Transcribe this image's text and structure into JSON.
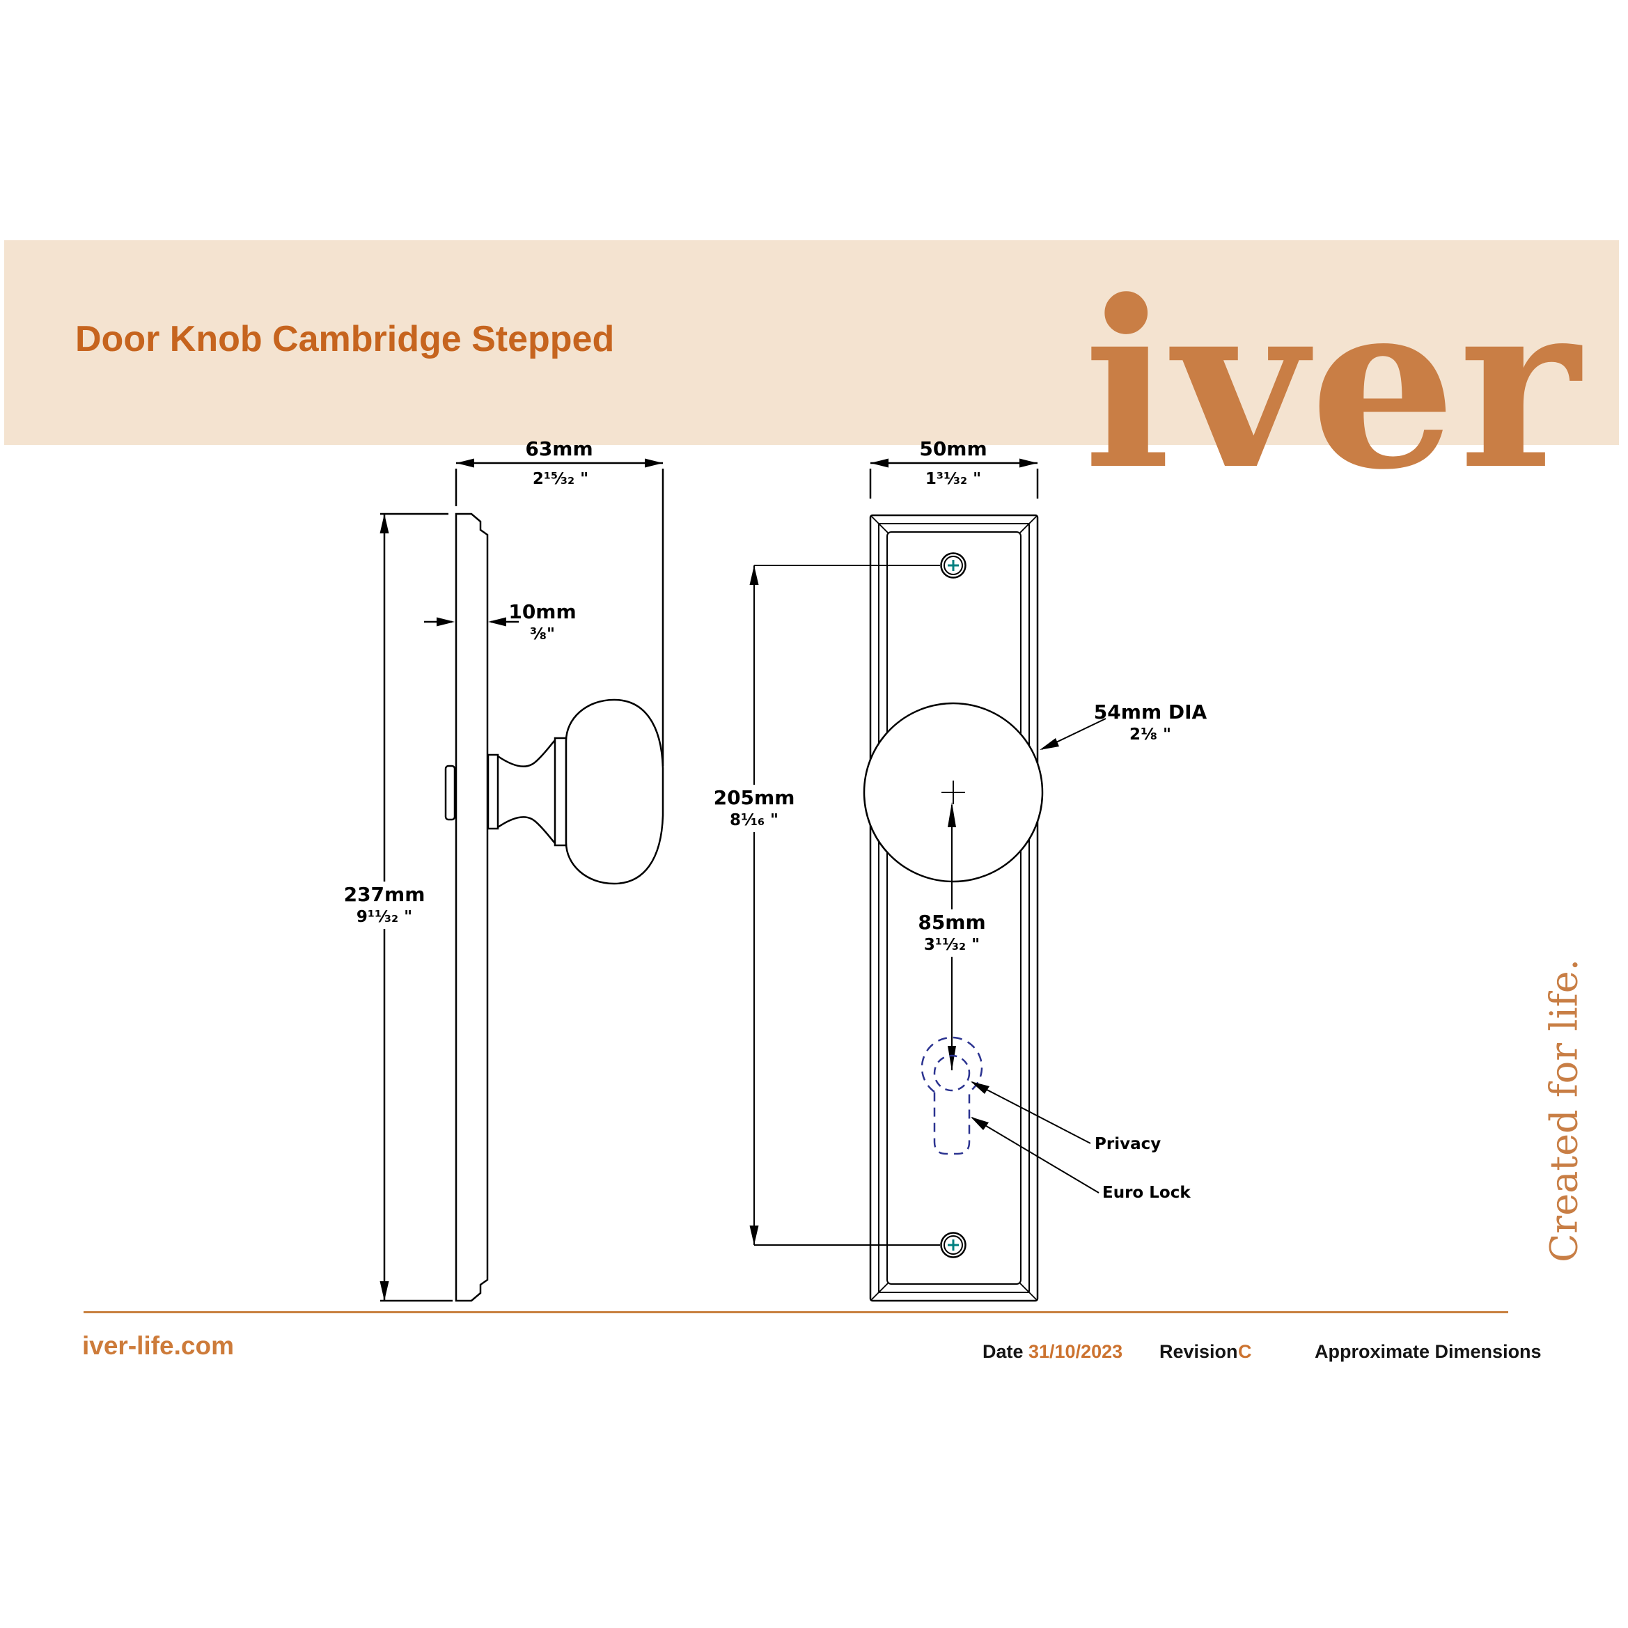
{
  "banner": {
    "title": "Door Knob Cambridge Stepped",
    "logo_text": "iver"
  },
  "dims": {
    "projection": {
      "mm": "63mm",
      "inch": "2¹⁵⁄₃₂ \""
    },
    "thickness": {
      "mm": "10mm",
      "inch": "³⁄₈\""
    },
    "height": {
      "mm": "237mm",
      "inch": "9¹¹⁄₃₂ \""
    },
    "plate_width": {
      "mm": "50mm",
      "inch": "1³¹⁄₃₂ \""
    },
    "centres": {
      "mm": "205mm",
      "inch": "8¹⁄₁₆ \""
    },
    "knob_to_keyhole": {
      "mm": "85mm",
      "inch": "3¹¹⁄₃₂ \""
    },
    "knob_diameter": {
      "mm": "54mm DIA",
      "inch": "2¹⁄₈ \""
    }
  },
  "callouts": {
    "privacy": "Privacy",
    "euro_lock": "Euro Lock"
  },
  "tagline": "Created for life.",
  "footer": {
    "website": "iver-life.com",
    "date_label": "Date",
    "date_value": "31/10/2023",
    "revision_label": "Revision",
    "revision_value": "C",
    "note": "Approximate Dimensions"
  },
  "colors": {
    "banner_bg": "#f4e3d0",
    "title_orange": "#c6641e",
    "logo_orange": "#c97e45",
    "footer_rule_orange": "#c8803f",
    "footer_orange": "#cc7330",
    "drawing_line": "#000000",
    "screw_cross_teal": "#008080",
    "dashed_navy": "#2b3390"
  }
}
